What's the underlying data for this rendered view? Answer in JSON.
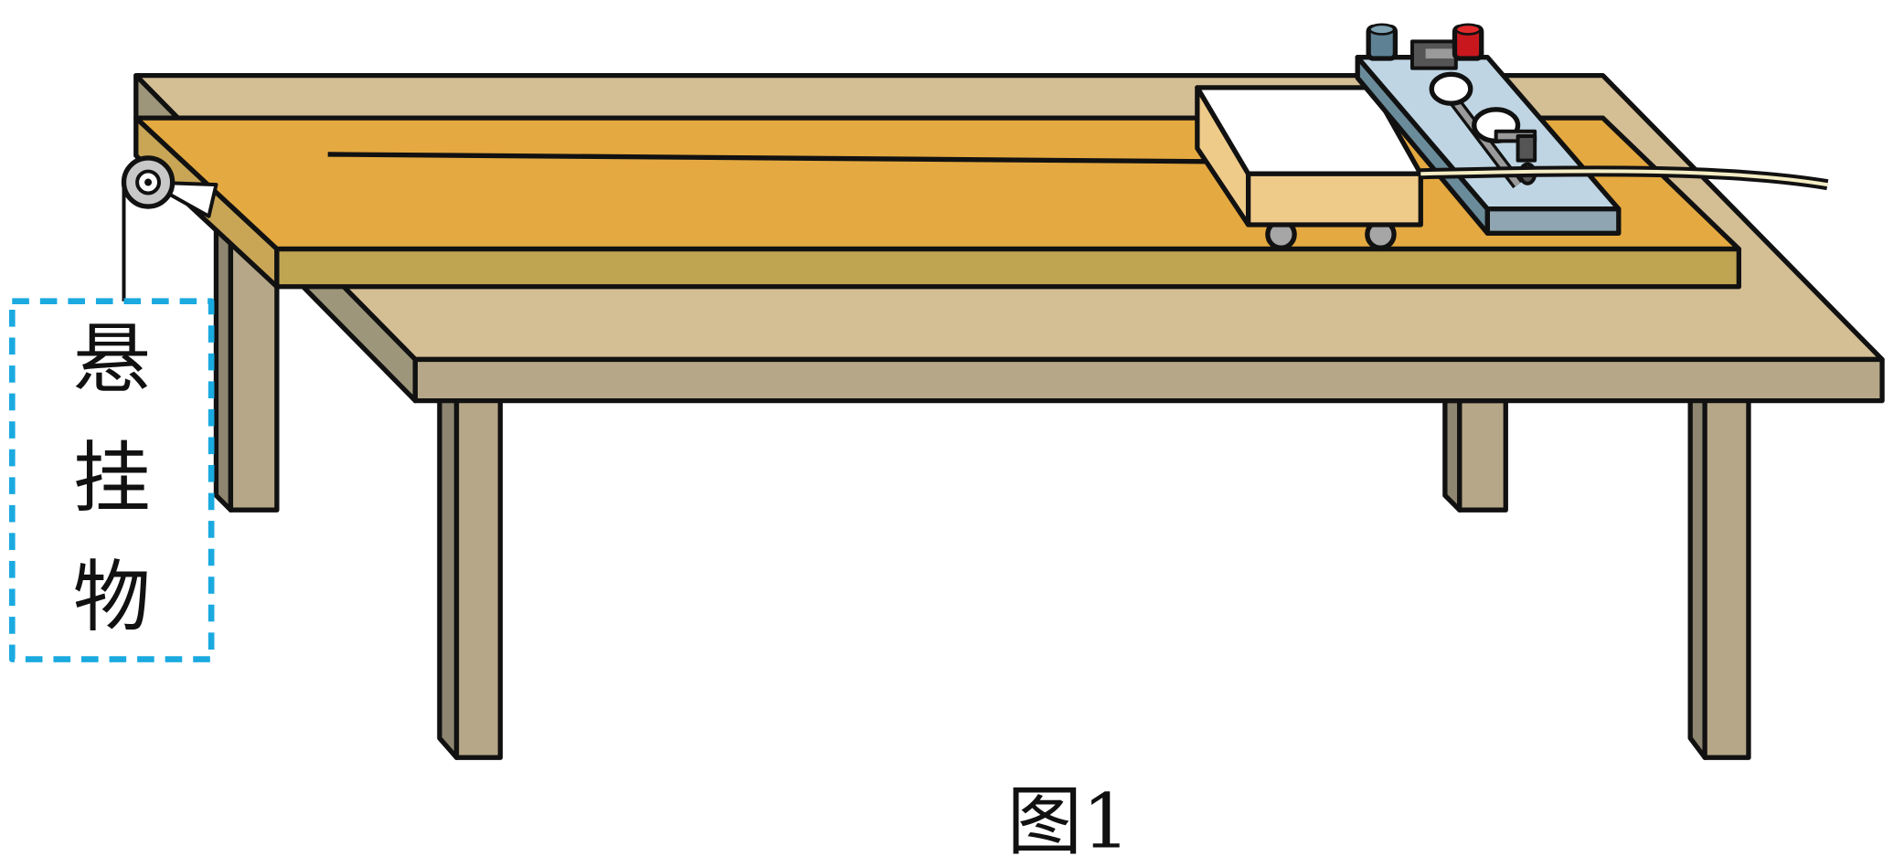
{
  "figure": {
    "hanging_object_label": [
      "悬",
      "挂",
      "物"
    ],
    "caption": "图1"
  },
  "colors": {
    "table_top": "#D4BE94",
    "table_edge": "#B5A788",
    "board_top": "#E4A940",
    "board_edge": "#BFA452",
    "cart_side": "#EFCB8A",
    "timer_top": "#BFD5E3",
    "timer_side": "#8FA5B2",
    "dashed_box": "#1AAAE0",
    "red_terminal": "#C8181E",
    "blue_terminal": "#5E8294"
  }
}
